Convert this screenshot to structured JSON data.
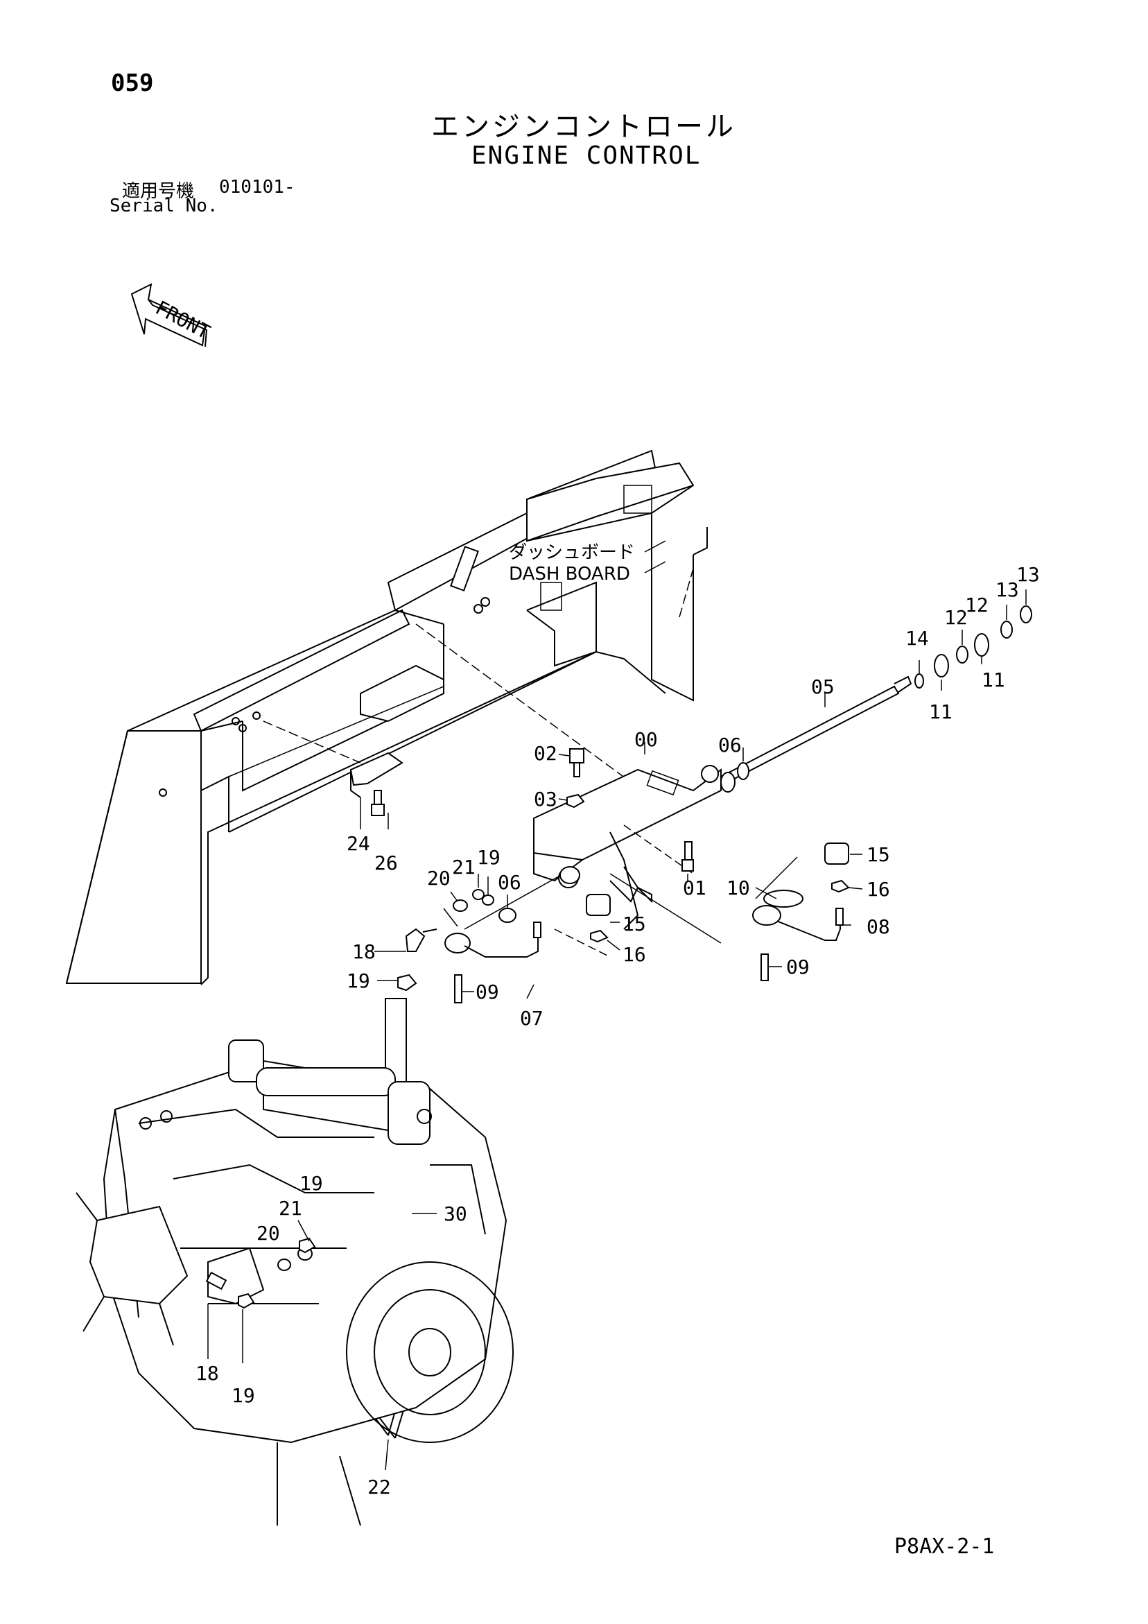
{
  "page_number": "059",
  "title_jp": "エンジンコントロール",
  "title_en": "ENGINE CONTROL",
  "serial": {
    "label_jp": "適用号機",
    "value": "010101-",
    "label_en": "Serial No."
  },
  "front_label": "FRONT",
  "dash_board": {
    "label_jp": "ダッシュボード",
    "label_en": "DASH BOARD"
  },
  "callouts": {
    "c00": "00",
    "c01": "01",
    "c02": "02",
    "c03": "03",
    "c05": "05",
    "c06a": "06",
    "c06b": "06",
    "c07": "07",
    "c08": "08",
    "c09a": "09",
    "c09b": "09",
    "c10": "10",
    "c11a": "11",
    "c11b": "11",
    "c12a": "12",
    "c12b": "12",
    "c13a": "13",
    "c13b": "13",
    "c14": "14",
    "c15a": "15",
    "c15b": "15",
    "c16a": "16",
    "c16b": "16",
    "c18a": "18",
    "c18b": "18",
    "c19a": "19",
    "c19b": "19",
    "c19c": "19",
    "c19d": "19",
    "c20a": "20",
    "c20b": "20",
    "c21a": "21",
    "c21b": "21",
    "c22": "22",
    "c24": "24",
    "c26": "26",
    "c30": "30"
  },
  "page_code": "P8AX-2-1"
}
